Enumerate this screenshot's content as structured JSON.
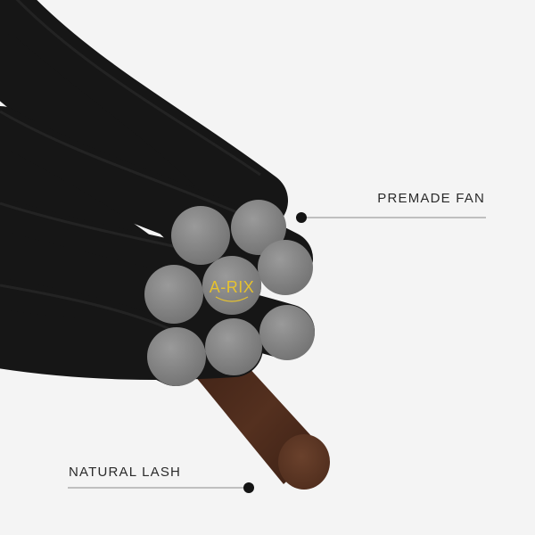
{
  "callouts": {
    "premade": {
      "label": "PREMADE FAN"
    },
    "natural": {
      "label": "NATURAL LASH"
    }
  },
  "logo": {
    "text": "A-RIX"
  },
  "colors": {
    "background": "#f4f4f4",
    "fan_fiber": "#161616",
    "fiber_cut_face": "#858585",
    "natural_lash": "#4b2a1b",
    "natural_cut_face": "#5f3826",
    "logo": "#e6c22e",
    "callout_line": "#8a8a8a",
    "callout_dot": "#141414"
  }
}
